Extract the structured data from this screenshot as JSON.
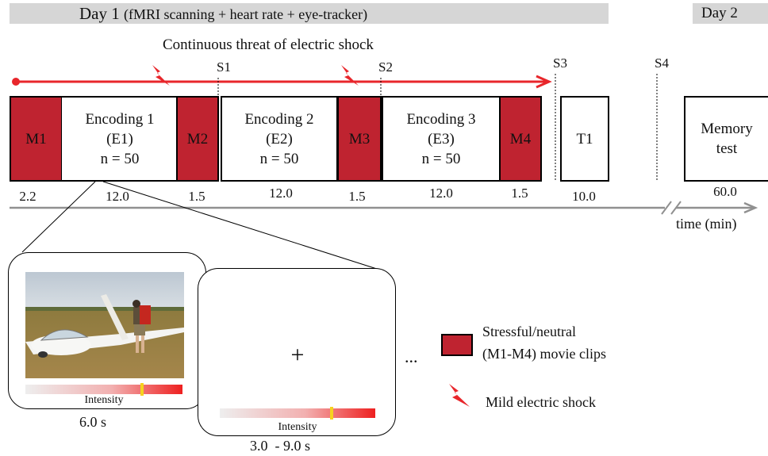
{
  "day1": {
    "title": "Day 1",
    "subtitle": "(fMRI scanning + heart rate + eye-tracker)",
    "threat_label": "Continuous threat of electric shock"
  },
  "day2": {
    "title": "Day 2"
  },
  "blocks": [
    {
      "id": "M1",
      "label": "M1",
      "type": "movie",
      "duration": "2.2"
    },
    {
      "id": "E1",
      "line1": "Encoding 1",
      "line2": "(E1)",
      "line3": "n = 50",
      "type": "encoding",
      "duration": "12.0"
    },
    {
      "id": "M2",
      "label": "M2",
      "type": "movie",
      "duration": "1.5"
    },
    {
      "id": "E2",
      "line1": "Encoding 2",
      "line2": "(E2)",
      "line3": "n = 50",
      "type": "encoding",
      "duration": "12.0"
    },
    {
      "id": "M3",
      "label": "M3",
      "type": "movie",
      "duration": "1.5"
    },
    {
      "id": "E3",
      "line1": "Encoding 3",
      "line2": "(E3)",
      "line3": "n = 50",
      "type": "encoding",
      "duration": "12.0"
    },
    {
      "id": "M4",
      "label": "M4",
      "type": "movie",
      "duration": "1.5"
    },
    {
      "id": "T1",
      "label": "T1",
      "type": "test",
      "duration": "10.0"
    }
  ],
  "memory_test": {
    "line1": "Memory",
    "line2": "test",
    "duration": "60.0"
  },
  "sample_points": [
    "S1",
    "S2",
    "S3",
    "S4"
  ],
  "time_axis_label": "time (min)",
  "trial": {
    "image_panel": {
      "intensity_label": "Intensity",
      "duration": "6.0 s",
      "intensity_level": 0.74
    },
    "fixation_panel": {
      "symbol": "+",
      "intensity_label": "Intensity",
      "duration": "3.0  - 9.0 s",
      "intensity_level": 0.72
    },
    "continuation": "..."
  },
  "legend": {
    "movie_line1": "Stressful/neutral",
    "movie_line2": "(M1-M4) movie clips",
    "shock": "Mild electric shock"
  },
  "icons": {
    "shock": "lightning-bolt-icon",
    "photo": "glider-photo"
  },
  "colors": {
    "movie": "#bf2330",
    "threat_line": "#e8262b",
    "axis": "#909090",
    "band": "#d6d6d6",
    "slider": "#f6d21f"
  }
}
